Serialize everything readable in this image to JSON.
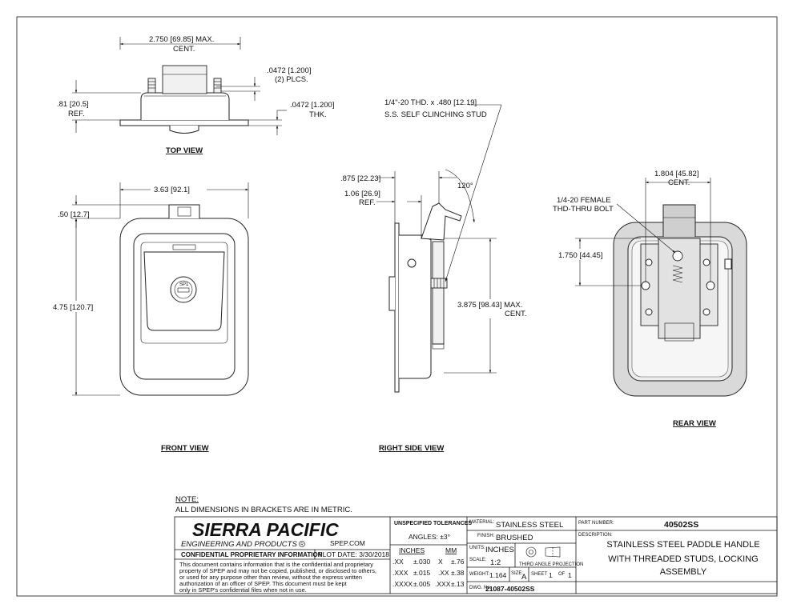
{
  "top_view": {
    "title": "TOP VIEW",
    "dim_width": "2.750",
    "dim_width_metric": "69.85",
    "dim_width_note1": "MAX.",
    "dim_width_note2": "CENT.",
    "dim_stud": ".0472",
    "dim_stud_metric": "1.200",
    "dim_stud_note": "(2) PLCS.",
    "dim_ref": ".81",
    "dim_ref_metric": "20.5",
    "dim_ref_note": "REF.",
    "dim_thk": ".0472",
    "dim_thk_metric": "1.200",
    "dim_thk_note": "THK."
  },
  "front_view": {
    "title": "FRONT VIEW",
    "dim_width": "3.63",
    "dim_width_metric": "92.1",
    "dim_top": ".50",
    "dim_top_metric": "12.7",
    "dim_height": "4.75",
    "dim_height_metric": "120.7",
    "lock_label": "SP1"
  },
  "right_view": {
    "title": "RIGHT SIDE VIEW",
    "stud_note1": "1/4\"-20 THD. x .480 [12.19]",
    "stud_note2": "S.S. SELF CLINCHING STUD",
    "dim_a": ".875",
    "dim_a_metric": "22.23",
    "dim_b": "1.06",
    "dim_b_metric": "26.9",
    "dim_b_note": "REF.",
    "angle": "120°",
    "dim_h": "3.875",
    "dim_h_metric": "98.43",
    "dim_h_note1": "MAX.",
    "dim_h_note2": "CENT."
  },
  "rear_view": {
    "title": "REAR VIEW",
    "dim_w": "1.804",
    "dim_w_metric": "45.82",
    "dim_w_note": "CENT.",
    "bolt_note1": "1/4-20 FEMALE",
    "bolt_note2": "THD-THRU BOLT",
    "dim_h": "1.750",
    "dim_h_metric": "44.45"
  },
  "note": {
    "heading": "NOTE:",
    "text": "ALL DIMENSIONS IN BRACKETS ARE IN METRIC."
  },
  "title_block": {
    "company": "SIERRA PACIFIC",
    "company_sub": "ENGINEERING AND PRODUCTS",
    "registered": "R",
    "website": "SPEP.COM",
    "confidential_heading": "CONFIDENTIAL PROPRIETARY INFORMATION",
    "plot_date_label": "PLOT DATE:",
    "plot_date": "3/30/2018",
    "confidential_lines": [
      "This document contains information that is the confidential and proprietary",
      "property of SPEP and may not be copied, published, or disclosed to others,",
      "or used for any purpose  other than review, without the express written",
      "authorization of an officer of SPEP. This document must be kept",
      "only in SPEP's confidential files when not in use."
    ],
    "tolerances_heading": "UNSPECIFIED TOLERANCES",
    "angles": "ANGLES: ±3°",
    "inches_heading": "INCHES",
    "mm_heading": "MM",
    "tol_rows": [
      {
        "in": ".XX",
        "in_tol": "±.030",
        "mm": "X",
        "mm_tol": "±.76"
      },
      {
        "in": ".XXX",
        "in_tol": "±.015",
        "mm": ".XX",
        "mm_tol": "±.38"
      },
      {
        "in": ".XXXX",
        "in_tol": "±.005",
        "mm": ".XXX",
        "mm_tol": "±.13"
      }
    ],
    "material_label": "MATERIAL:",
    "material": "STAINLESS STEEL",
    "finish_label": "FINISH:",
    "finish": "BRUSHED",
    "units_label": "UNITS:",
    "units": "INCHES",
    "scale_label": "SCALE:",
    "scale": "1:2",
    "projection": "THIRD ANGLE PROJECTION",
    "weight_label": "WEIGHT:",
    "weight": "1.164",
    "size_label": "SIZE:",
    "size": "A",
    "sheet_label": "SHEET",
    "sheet": "1",
    "of_label": "OF",
    "sheets": "1",
    "dwg_label": "DWG. No.",
    "dwg": "21087-40502SS",
    "part_number_label": "PART NUMBER:",
    "part_number": "40502SS",
    "description_label": "DESCRIPTION:",
    "description_lines": [
      "STAINLESS STEEL PADDLE HANDLE",
      "WITH THREADED STUDS, LOCKING",
      "ASSEMBLY"
    ]
  }
}
